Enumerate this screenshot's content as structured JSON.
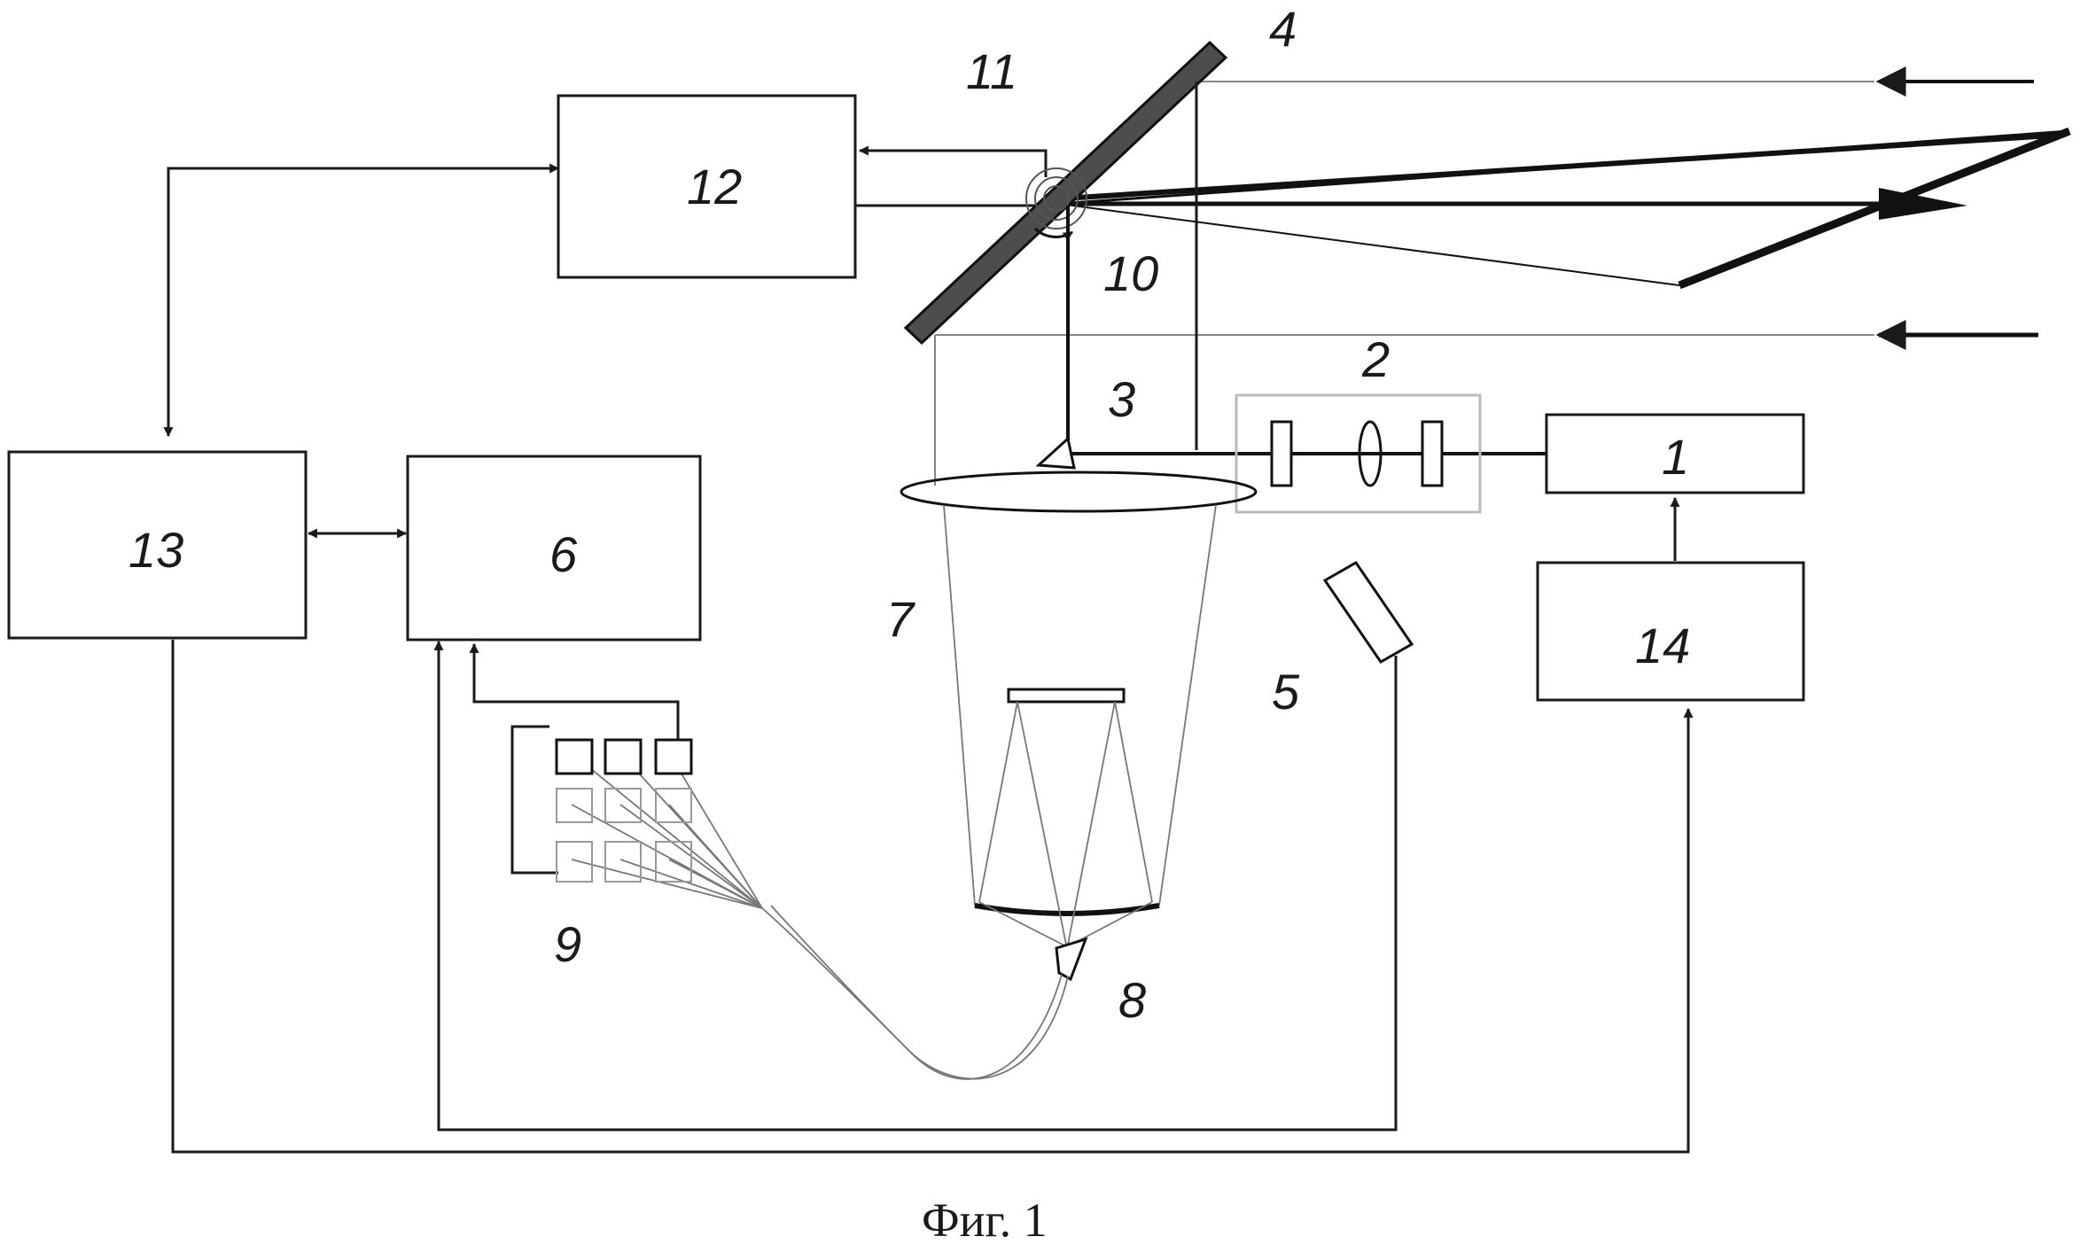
{
  "caption": "Фиг. 1",
  "labels": {
    "b1": "1",
    "b2": "2",
    "b3": "3",
    "b4": "4",
    "b5": "5",
    "b6": "6",
    "b7": "7",
    "b8": "8",
    "b9": "9",
    "b10": "10",
    "b11": "11",
    "b12": "12",
    "b13": "13",
    "b14": "14"
  }
}
